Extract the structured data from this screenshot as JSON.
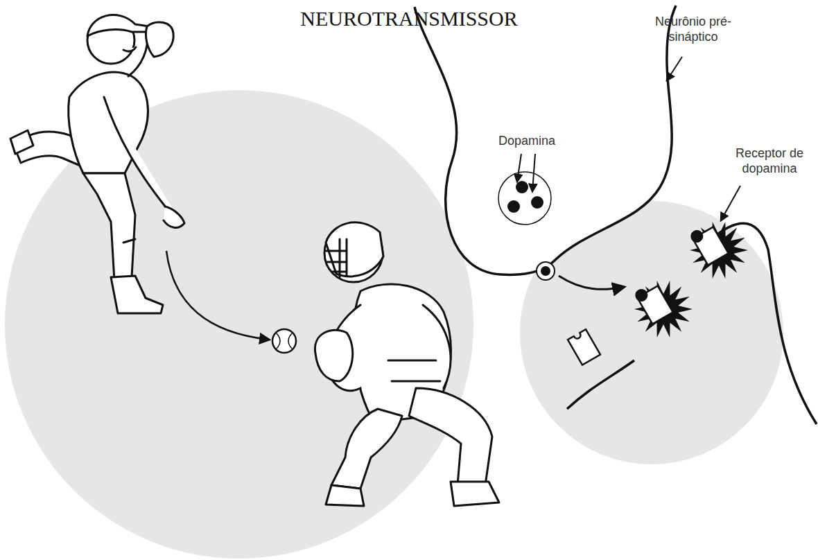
{
  "diagram": {
    "title": "NEUROTRANSMISSOR",
    "labels": [
      "Neurônio pré-sináptico",
      "Dopamina",
      "Receptor de dopamina"
    ]
  }
}
